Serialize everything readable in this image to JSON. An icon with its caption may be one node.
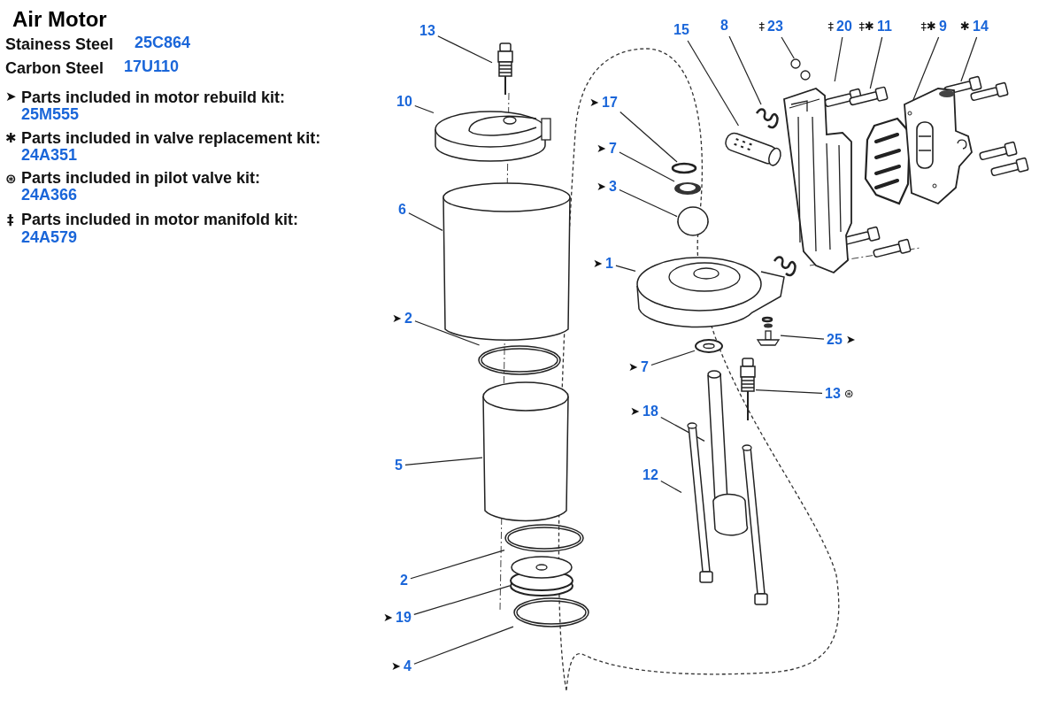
{
  "diagram": {
    "title": "Air Motor",
    "nodes": [
      {
        "text": [
          "13"
        ]
      },
      {
        "text": [],
        "shape": "picture"
      },
      {
        "text": [
          "10"
        ]
      },
      {
        "text": [],
        "shape": "picture"
      },
      {
        "text": [
          "6"
        ]
      },
      {
        "text": [],
        "shape": "cylinder"
      },
      {
        "text": [
          "2"
        ],
        "beside": [
          "➤"
        ]
      },
      {
        "text": [],
        "shape": "picture"
      },
      {
        "text": [
          "5"
        ]
      },
      {
        "text": [],
        "shape": "cylinder"
      },
      {
        "text": [
          "2"
        ]
      },
      {
        "text": [],
        "shape": "picture"
      },
      {
        "text": [
          "19"
        ],
        "beside": [
          "➤"
        ]
      },
      {
        "text": [],
        "shape": "picture"
      },
      {
        "text": [
          "4"
        ],
        "beside": [
          "➤"
        ]
      },
      {
        "text": [],
        "shape": "picture"
      },
      {
        "text": [
          "17"
        ],
        "beside": [
          "➤"
        ]
      },
      {
        "text": [],
        "shape": "ring"
      },
      {
        "text": [
          "7"
        ],
        "beside": [
          "➤"
        ]
      },
      {
        "text": [],
        "shape": "picture"
      },
      {
        "text": [
          "3"
        ],
        "beside": [
          "➤"
        ]
      },
      {
        "text": [],
        "shape": "cylinder"
      },
      {
        "text": [
          "1"
        ],
        "beside": [
          "➤"
        ]
      },
      {
        "text": [],
        "shape": "picture"
      },
      {
        "text": [
          "15"
        ]
      },
      {
        "text": [],
        "shape": "picture"
      },
      {
        "text": [
          "8"
        ]
      },
      {
        "text": [],
        "shape": "picture"
      },
      {
        "text": [
          "23"
        ],
        "beside": [
          "‡"
        ]
      },
      {
        "text": [],
        "shape": "picture"
      },
      {
        "text": [
          "20"
        ],
        "beside": [
          "‡"
        ]
      },
      {
        "text": [],
        "shape": "picture"
      },
      {
        "text": [
          "11"
        ],
        "beside": [
          "‡✱"
        ]
      },
      {
        "text": [],
        "shape": "picture"
      },
      {
        "text": [
          "9"
        ],
        "beside": [
          "‡✱"
        ]
      },
      {
        "text": [],
        "shape": "picture"
      },
      {
        "text": [
          "14"
        ],
        "beside": [
          "✱"
        ]
      },
      {
        "text": [],
        "shape": "picture"
      },
      {
        "text": [
          "25"
        ],
        "beside": [
          "➤"
        ]
      },
      {
        "text": [],
        "shape": "picture"
      },
      {
        "text": [
          "7"
        ],
        "beside": [
          "➤"
        ]
      },
      {
        "text": [],
        "shape": "picture"
      },
      {
        "text": [
          "18"
        ],
        "beside": [
          "➤"
        ]
      },
      {
        "text": [],
        "shape": "picture"
      },
      {
        "text": [
          "13"
        ],
        "beside": [
          "⊛"
        ]
      },
      {
        "text": [],
        "shape": "picture"
      },
      {
        "text": [
          "12"
        ]
      },
      {
        "text": [],
        "shape": "picture"
      }
    ],
    "edges": [
      {
        "from": 0,
        "to": 1,
        "arrow": "none"
      },
      {
        "from": 2,
        "to": 3,
        "arrow": "none"
      },
      {
        "from": 4,
        "to": 5,
        "arrow": "none"
      },
      {
        "from": 6,
        "to": 7,
        "arrow": "none"
      },
      {
        "from": 8,
        "to": 9,
        "arrow": "none"
      },
      {
        "from": 10,
        "to": 11,
        "arrow": "none"
      },
      {
        "from": 12,
        "to": 13,
        "arrow": "none"
      },
      {
        "from": 14,
        "to": 15,
        "arrow": "none"
      },
      {
        "from": 16,
        "to": 17,
        "arrow": "none"
      },
      {
        "from": 18,
        "to": 19,
        "arrow": "none"
      },
      {
        "from": 20,
        "to": 21,
        "arrow": "none"
      },
      {
        "from": 22,
        "to": 23,
        "arrow": "none"
      },
      {
        "from": 24,
        "to": 25,
        "arrow": "none"
      },
      {
        "from": 26,
        "to": 27,
        "arrow": "none"
      },
      {
        "from": 28,
        "to": 29,
        "arrow": "none"
      },
      {
        "from": 30,
        "to": 31,
        "arrow": "none"
      },
      {
        "from": 32,
        "to": 33,
        "arrow": "none"
      },
      {
        "from": 34,
        "to": 35,
        "arrow": "none"
      },
      {
        "from": 36,
        "to": 37,
        "arrow": "none"
      },
      {
        "from": 38,
        "to": 39,
        "arrow": "none"
      },
      {
        "from": 40,
        "to": 41,
        "arrow": "none"
      },
      {
        "from": 42,
        "to": 43,
        "arrow": "none"
      },
      {
        "from": 44,
        "to": 45,
        "arrow": "none"
      },
      {
        "from": 46,
        "to": 47,
        "arrow": "none"
      }
    ],
    "labels": [
      "Stainess Steel",
      "25C864",
      "Carbon Steel",
      "17U110",
      "➤",
      "Parts included in motor rebuild kit:",
      "25M555",
      "✱",
      "Parts included in valve replacement kit:",
      "24A351",
      "⊛",
      "Parts included in pilot valve kit:",
      "24A366",
      "‡",
      "Parts included in motor manifold kit:",
      "24A579"
    ]
  }
}
